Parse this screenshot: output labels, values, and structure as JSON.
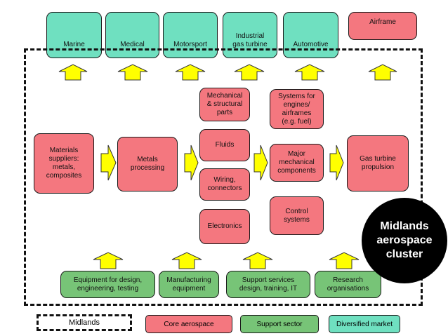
{
  "markets": [
    {
      "label": "Marine"
    },
    {
      "label": "Medical"
    },
    {
      "label": "Motorsport"
    },
    {
      "label": "Industrial\ngas turbine"
    },
    {
      "label": "Automotive"
    },
    {
      "label": "Airframe"
    }
  ],
  "core": {
    "materials": "Materials\nsuppliers:\nmetals,\ncomposites",
    "metals": "Metals\nprocessing",
    "mechanical": "Mechanical\n& structural\nparts",
    "fluids": "Fluids",
    "wiring": "Wiring,\nconnectors",
    "electronics": "Electronics",
    "systems": "Systems for\nengines/\nairframes\n(e.g. fuel)",
    "major": "Major\nmechanical\ncomponents",
    "control": "Control\nsystems",
    "gas_turbine": "Gas turbine\npropulsion"
  },
  "support": [
    {
      "label": "Equipment for design,\nengineering, testing"
    },
    {
      "label": "Manufacturing\nequipment"
    },
    {
      "label": "Support services\ndesign, training, IT"
    },
    {
      "label": "Research\norganisations"
    }
  ],
  "cluster_label": "Midlands\naerospace\ncluster",
  "legend": {
    "midlands": "Midlands",
    "core": "Core aerospace",
    "support": "Support sector",
    "diversified": "Diversified market"
  },
  "colors": {
    "diversified": "#6fe0c0",
    "core": "#f4777f",
    "support": "#77c477",
    "arrow": "#ffff00"
  }
}
